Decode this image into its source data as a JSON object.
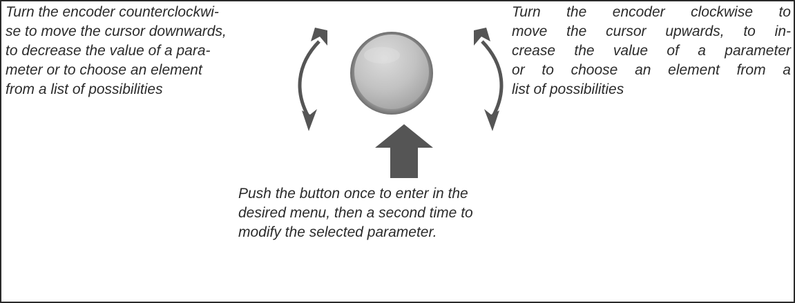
{
  "captions": {
    "counterclockwise": {
      "lines": [
        "Turn the encoder counterclockwi-",
        "se to move the cursor downwards,",
        "to decrease the value of a para-",
        "meter or to choose an element",
        "from a list of possibilities"
      ]
    },
    "clockwise": {
      "lines": [
        "Turn the encoder clockwise to",
        "move the cursor upwards, to in-",
        "crease the value of a parameter",
        "or to choose an element from a",
        "list of possibilities"
      ]
    },
    "push": {
      "lines": [
        "Push the button once to enter in the",
        "desired menu, then a second time to",
        "modify the selected parameter."
      ]
    }
  },
  "icons": {
    "knob": "encoder-knob-icon",
    "left_arrow": "counterclockwise-arrow-icon",
    "right_arrow": "clockwise-arrow-icon",
    "push_arrow": "push-up-arrow-icon"
  },
  "colors": {
    "border": "#2a2a2a",
    "text": "#2b2b2b",
    "arrow": "#555555",
    "knob_face": "#c4c4c4",
    "knob_rim": "#8c8c8c"
  }
}
